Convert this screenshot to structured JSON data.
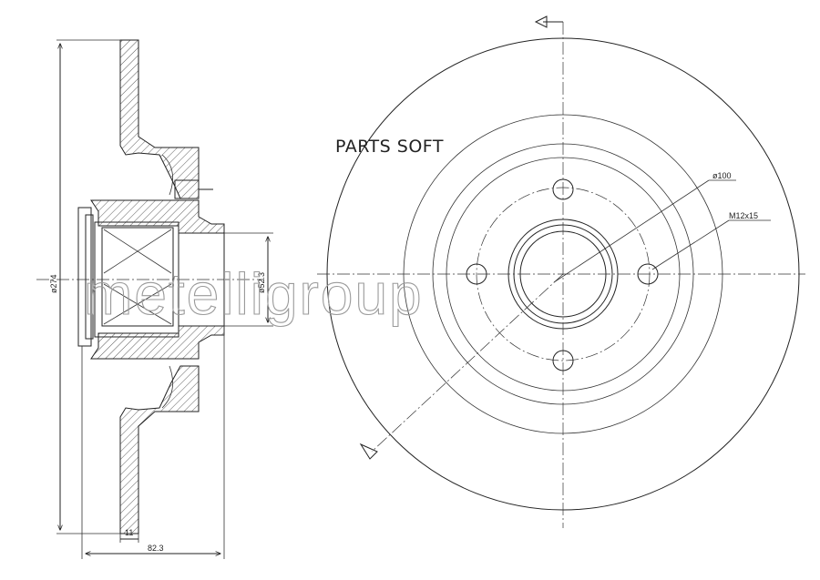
{
  "watermark": {
    "text": "metelligroup"
  },
  "brand_overlay": {
    "text": "PARTS SOFT"
  },
  "dimensions": {
    "overall_diameter": "ø274",
    "pilot_bore": "ø52.3",
    "disc_thickness": "11",
    "hub_height": "82.3",
    "pcd": "ø100",
    "thread": "M12x15"
  },
  "drawing": {
    "bolt_holes": 4
  }
}
